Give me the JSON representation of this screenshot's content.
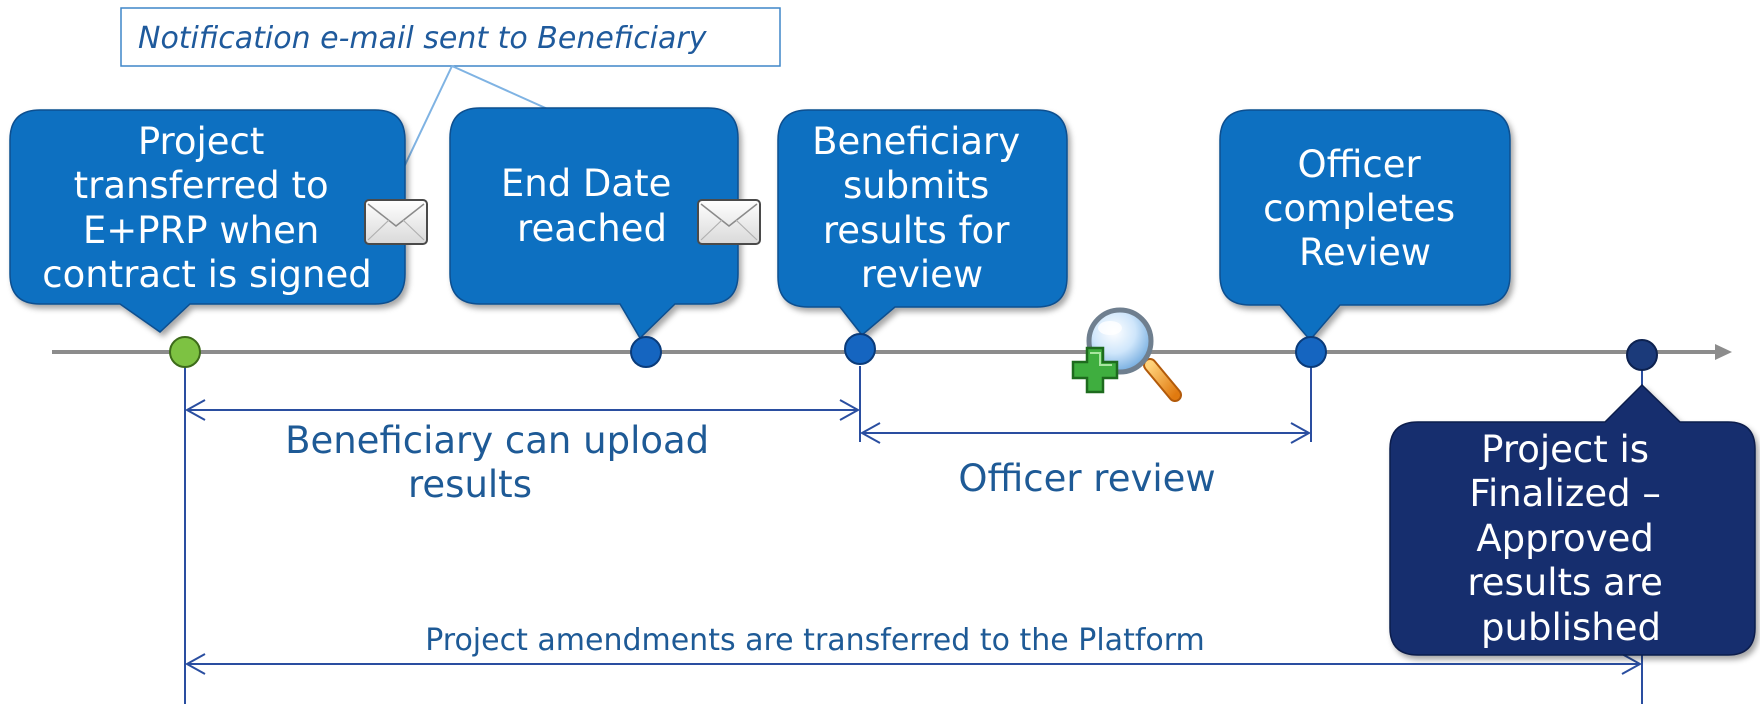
{
  "note": {
    "text": "Notification e-mail sent to Beneficiary"
  },
  "callouts": [
    {
      "id": "transfer",
      "lines": [
        "Project",
        "transferred to",
        "E+PRP when",
        "contract is signed"
      ]
    },
    {
      "id": "end-date",
      "lines": [
        "End Date",
        "reached"
      ]
    },
    {
      "id": "submit",
      "lines": [
        "Beneficiary",
        "submits",
        "results for",
        "review"
      ]
    },
    {
      "id": "review-complete",
      "lines": [
        "Officer",
        "completes",
        "Review"
      ]
    },
    {
      "id": "finalized",
      "lines": [
        "Project is",
        "Finalized –",
        "Approved",
        "results are",
        "published"
      ]
    }
  ],
  "spans": [
    {
      "id": "upload",
      "lines": [
        "Beneficiary can upload",
        "results"
      ]
    },
    {
      "id": "officer-review",
      "lines": [
        "Officer review"
      ]
    },
    {
      "id": "amendments",
      "lines": [
        "Project amendments are transferred to the Platform"
      ]
    }
  ],
  "icons": {
    "envelope": "envelope-icon",
    "review": "magnifier-plus-icon"
  },
  "colors": {
    "callout_blue": "#0e6fc1",
    "callout_dark": "#132f6e",
    "timeline": "#8c8c8c",
    "milestone_blue": "#1565c0",
    "milestone_green": "#7dc242",
    "milestone_dark": "#1b3a7a",
    "span_line": "#2a4ea0",
    "span_text": "#1e5a96"
  }
}
